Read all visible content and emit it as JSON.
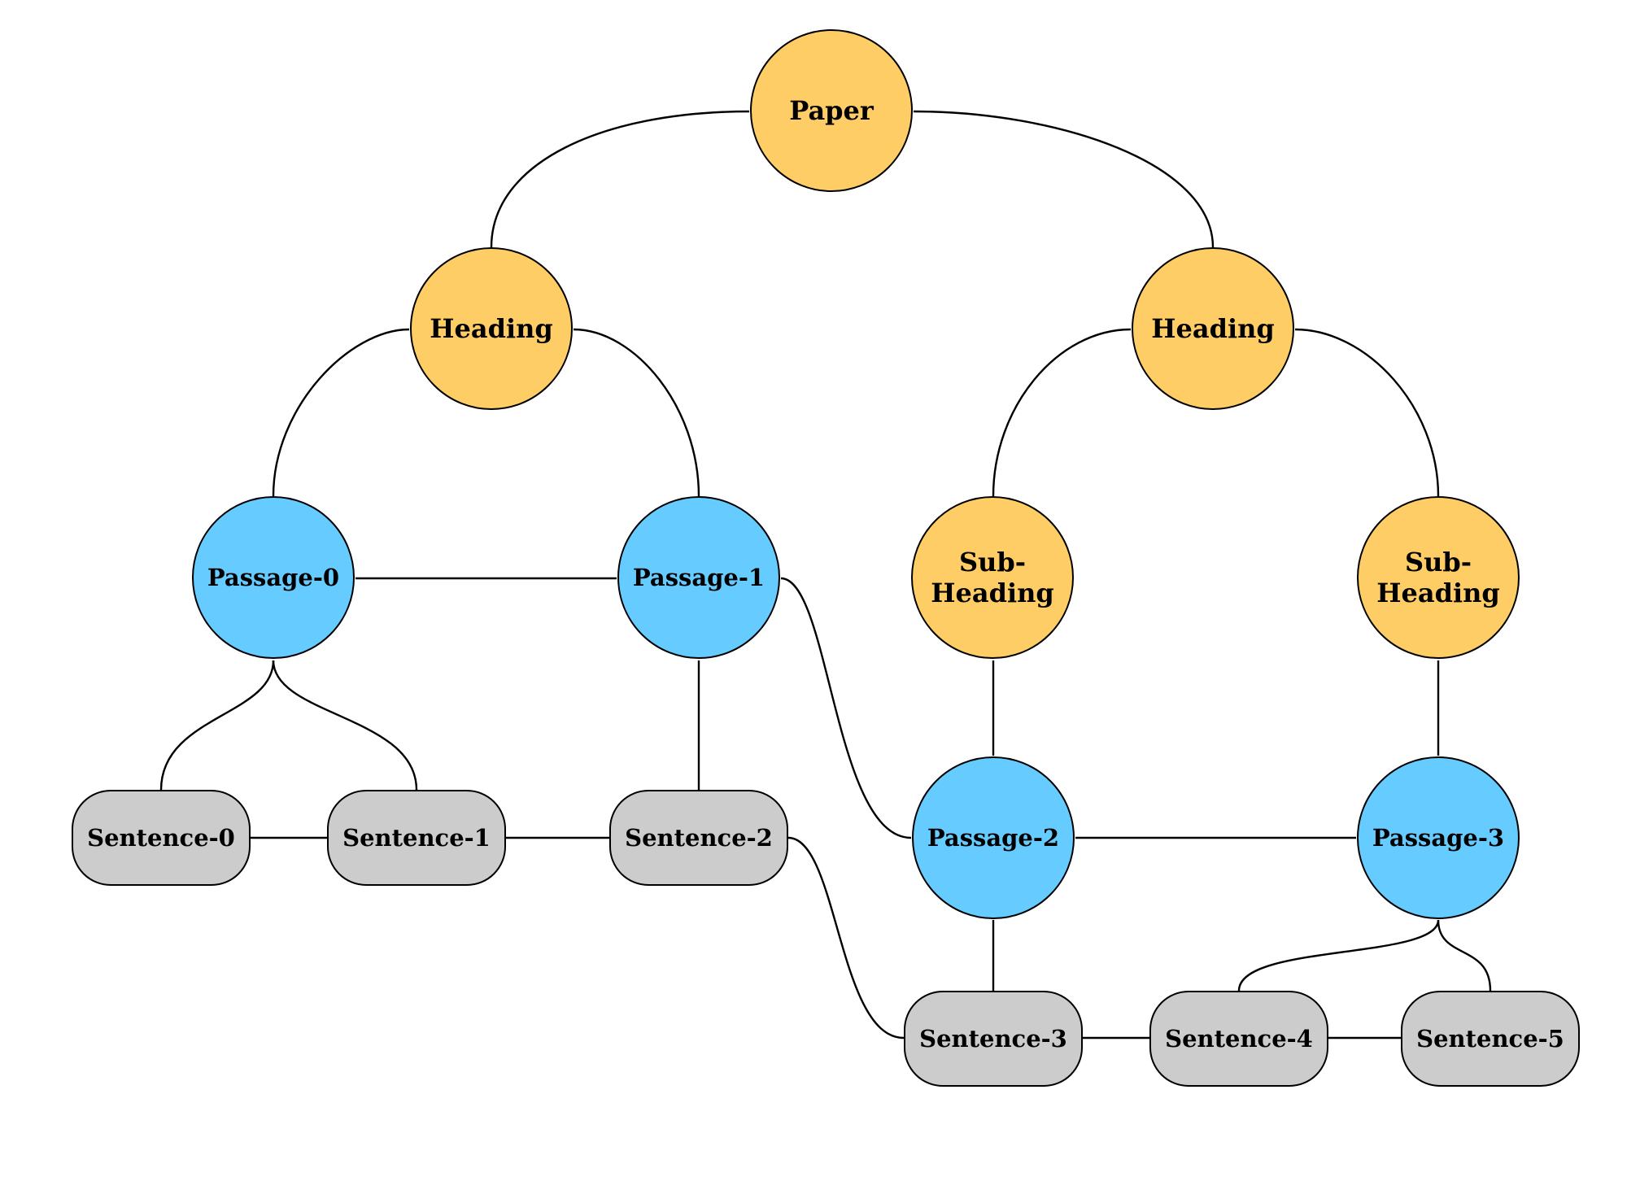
{
  "colors": {
    "heading": "#FFCD66",
    "passage": "#66CCFF",
    "sentence": "#CCCCCC",
    "line": "#000000"
  },
  "nodes": {
    "paper": "Paper",
    "heading_left": "Heading",
    "heading_right": "Heading",
    "subheading_1": "Sub-\nHeading",
    "subheading_2": "Sub-\nHeading",
    "passage_0": "Passage-0",
    "passage_1": "Passage-1",
    "passage_2": "Passage-2",
    "passage_3": "Passage-3",
    "sentence_0": "Sentence-0",
    "sentence_1": "Sentence-1",
    "sentence_2": "Sentence-2",
    "sentence_3": "Sentence-3",
    "sentence_4": "Sentence-4",
    "sentence_5": "Sentence-5"
  },
  "edges": [
    [
      "paper",
      "heading_left"
    ],
    [
      "paper",
      "heading_right"
    ],
    [
      "heading_left",
      "passage_0"
    ],
    [
      "heading_left",
      "passage_1"
    ],
    [
      "heading_right",
      "subheading_1"
    ],
    [
      "heading_right",
      "subheading_2"
    ],
    [
      "passage_0",
      "passage_1"
    ],
    [
      "passage_1",
      "passage_2"
    ],
    [
      "passage_2",
      "passage_3"
    ],
    [
      "subheading_1",
      "passage_2"
    ],
    [
      "subheading_2",
      "passage_3"
    ],
    [
      "passage_0",
      "sentence_0"
    ],
    [
      "passage_0",
      "sentence_1"
    ],
    [
      "passage_1",
      "sentence_2"
    ],
    [
      "passage_2",
      "sentence_3"
    ],
    [
      "passage_3",
      "sentence_4"
    ],
    [
      "passage_3",
      "sentence_5"
    ],
    [
      "sentence_0",
      "sentence_1"
    ],
    [
      "sentence_1",
      "sentence_2"
    ],
    [
      "sentence_2",
      "sentence_3"
    ],
    [
      "sentence_3",
      "sentence_4"
    ],
    [
      "sentence_4",
      "sentence_5"
    ]
  ]
}
